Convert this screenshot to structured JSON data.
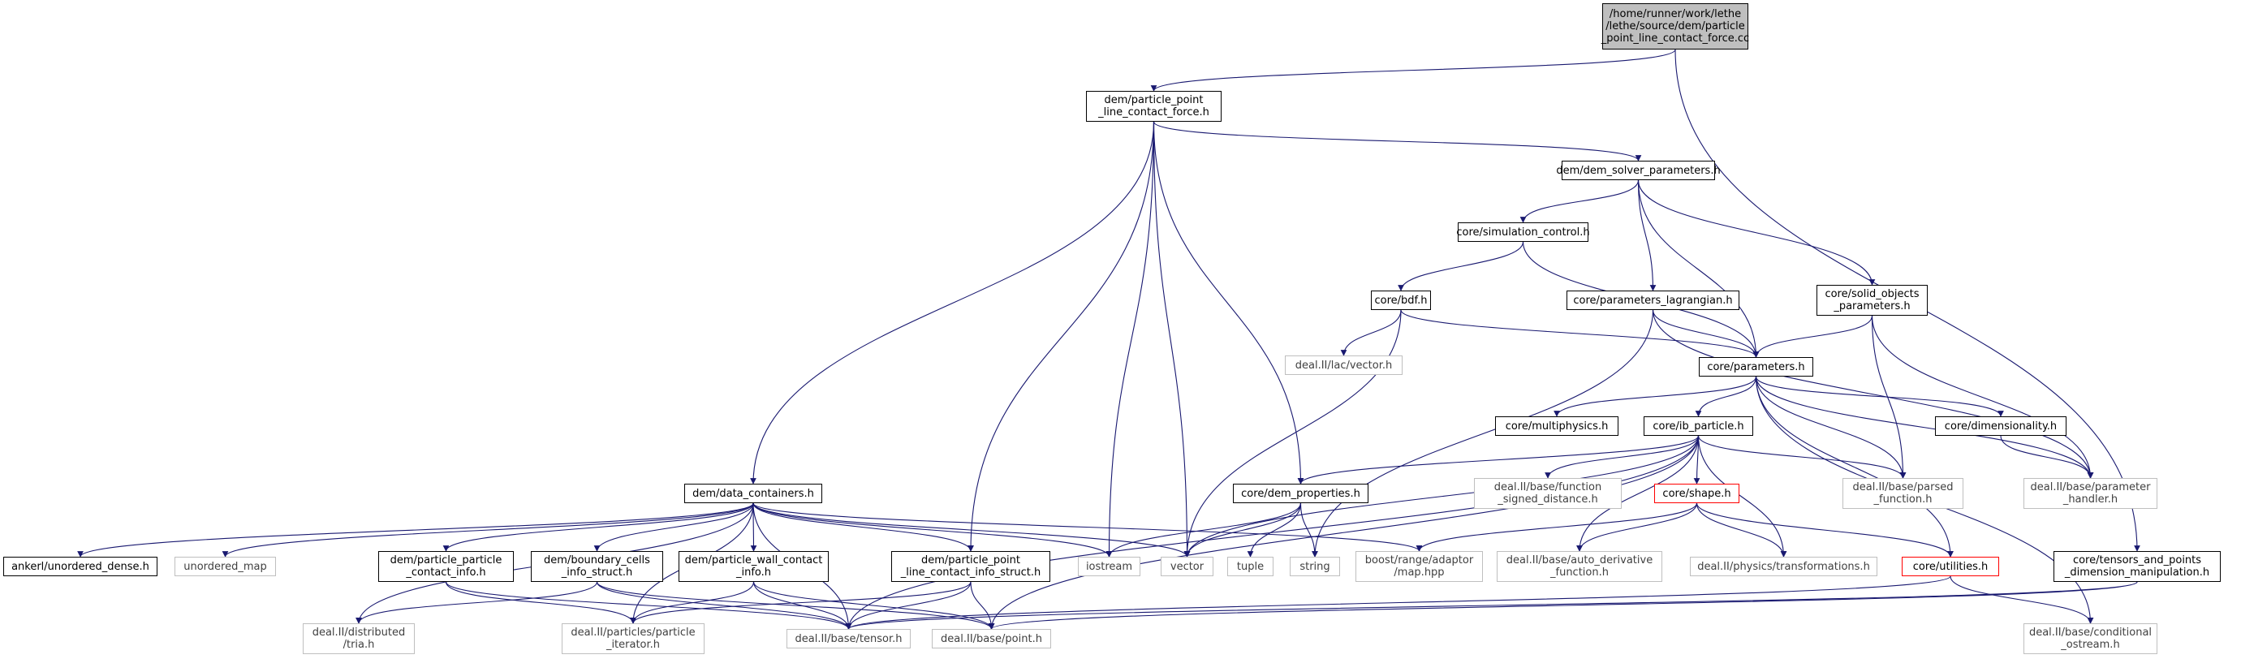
{
  "diagram": {
    "type": "include-dependency-graph",
    "colors": {
      "edge": "#191970",
      "node_border": "#000000",
      "external_border": "#bfbfbf",
      "highlight_border": "#ff0000",
      "root_fill": "#bfbfbf"
    },
    "nodes": {
      "root": "/home/runner/work/lethe\n/lethe/source/dem/particle\n_point_line_contact_force.cc",
      "plcf_h": "dem/particle_point\n_line_contact_force.h",
      "dem_solver_params": "dem/dem_solver_parameters.h",
      "sim_control": "core/simulation_control.h",
      "bdf": "core/bdf.h",
      "params_lagr": "core/parameters_lagrangian.h",
      "solid_objects": "core/solid_objects\n_parameters.h",
      "parameters": "core/parameters.h",
      "lac_vector": "deal.II/lac/vector.h",
      "multiphysics": "core/multiphysics.h",
      "ib_particle": "core/ib_particle.h",
      "dimensionality": "core/dimensionality.h",
      "data_containers": "dem/data_containers.h",
      "dem_properties": "core/dem_properties.h",
      "func_signed": "deal.II/base/function\n_signed_distance.h",
      "shape": "core/shape.h",
      "parsed_function": "deal.II/base/parsed\n_function.h",
      "param_handler": "deal.II/base/parameter\n_handler.h",
      "ankerl": "ankerl/unordered_dense.h",
      "unordered_map": "unordered_map",
      "pp_contact_info": "dem/particle_particle\n_contact_info.h",
      "boundary_cells": "dem/boundary_cells\n_info_struct.h",
      "pw_contact_info": "dem/particle_wall_contact\n_info.h",
      "plci_struct": "dem/particle_point\n_line_contact_info_struct.h",
      "iostream": "iostream",
      "vector": "vector",
      "tuple": "tuple",
      "string": "string",
      "boost_map": "boost/range/adaptor\n/map.hpp",
      "auto_deriv": "deal.II/base/auto_derivative\n_function.h",
      "transformations": "deal.II/physics/transformations.h",
      "utilities": "core/utilities.h",
      "tensors_points": "core/tensors_and_points\n_dimension_manipulation.h",
      "tria": "deal.II/distributed\n/tria.h",
      "particle_iter": "deal.II/particles/particle\n_iterator.h",
      "tensor": "deal.II/base/tensor.h",
      "point": "deal.II/base/point.h",
      "cond_ostream": "deal.II/base/conditional\n_ostream.h"
    }
  }
}
